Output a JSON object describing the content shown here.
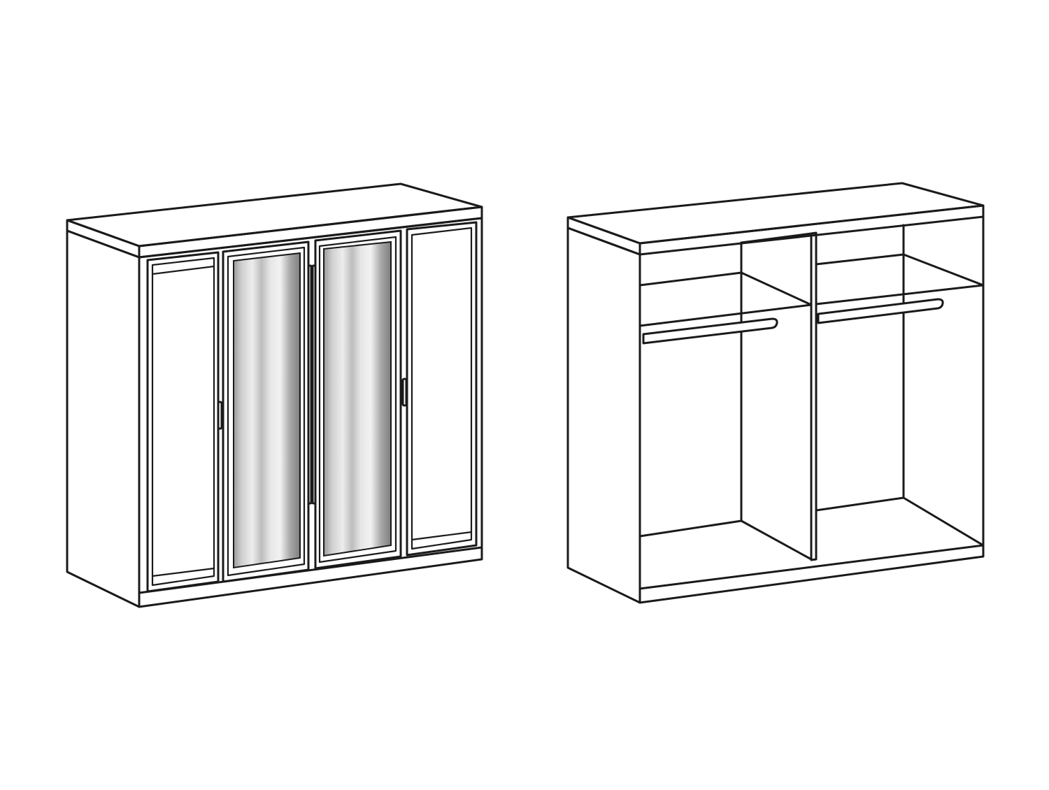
{
  "figure": {
    "views": [
      {
        "id": "closed",
        "description_visible": false,
        "door_count": 4,
        "mirror_door_count": 2
      },
      {
        "id": "open",
        "description_visible": false,
        "compartment_count": 2,
        "hanging_rail_count": 2,
        "shelf_count": 2
      }
    ],
    "colors": {
      "line": "#1a1a1a",
      "background": "#ffffff",
      "mirror_light": "#e8e8e8",
      "mirror_dark": "#8c8c8c"
    }
  }
}
